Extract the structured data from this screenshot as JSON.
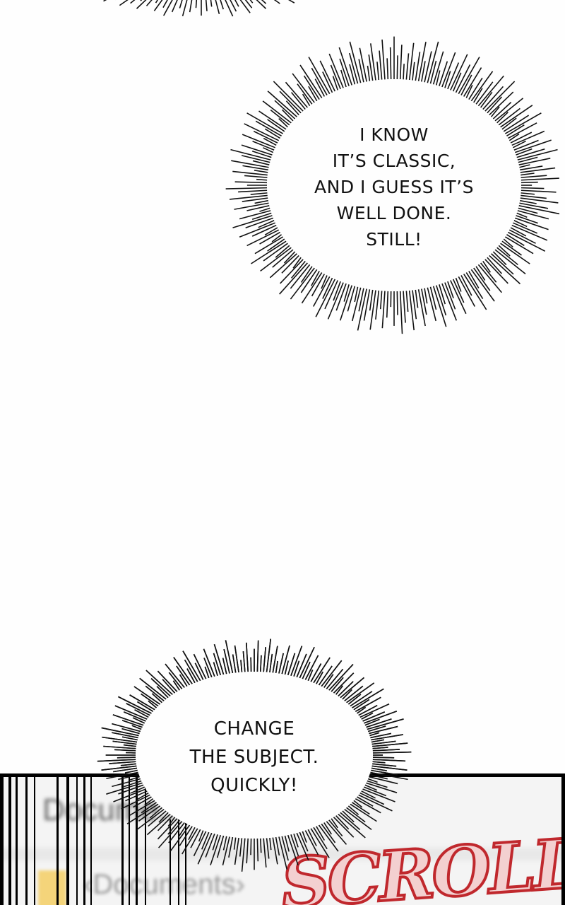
{
  "bubble_1": {
    "lines": [
      "I KNOW",
      "IT’S CLASSIC,",
      "AND I GUESS IT’S",
      "WELL DONE.",
      "STILL!"
    ]
  },
  "bubble_2": {
    "lines": [
      "CHANGE",
      "THE SUBJECT.",
      "QUICKLY!"
    ]
  },
  "panel": {
    "window_title": "Docume...",
    "breadcrumb": "‹Documents›",
    "sound_effect": "SCROLL",
    "icon": "folder-icon"
  },
  "colors": {
    "sfx_outline": "#c0282d",
    "sfx_fill": "#f3d0d0",
    "folder": "#f4d47a"
  }
}
